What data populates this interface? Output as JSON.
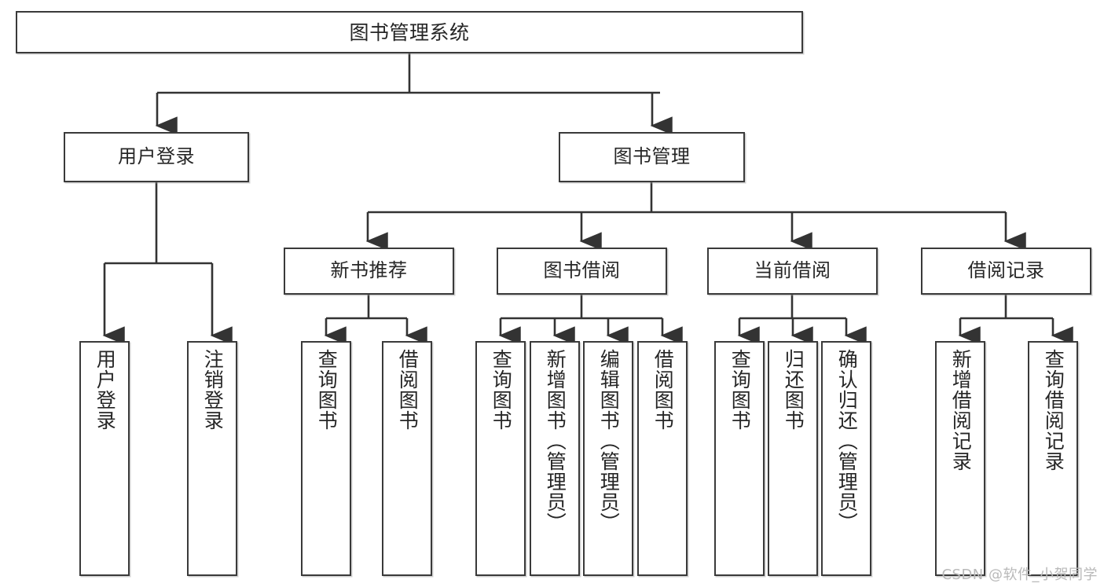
{
  "diagram": {
    "title": "图书管理系统",
    "type": "tree",
    "root": {
      "id": "root",
      "label": "图书管理系统",
      "orientation": "horizontal"
    },
    "level2": [
      {
        "id": "user-login",
        "label": "用户登录",
        "orientation": "horizontal"
      },
      {
        "id": "book-manage",
        "label": "图书管理",
        "orientation": "horizontal"
      }
    ],
    "level3": [
      {
        "id": "new-book-recommend",
        "label": "新书推荐",
        "orientation": "horizontal",
        "parent": "book-manage"
      },
      {
        "id": "book-borrow",
        "label": "图书借阅",
        "orientation": "horizontal",
        "parent": "book-manage"
      },
      {
        "id": "current-borrow",
        "label": "当前借阅",
        "orientation": "horizontal",
        "parent": "book-manage"
      },
      {
        "id": "borrow-record",
        "label": "借阅记录",
        "orientation": "horizontal",
        "parent": "book-manage"
      }
    ],
    "leaves": [
      {
        "id": "leaf-user-login",
        "label": "用户登录",
        "orientation": "vertical",
        "parent": "user-login"
      },
      {
        "id": "leaf-user-logout",
        "label": "注销登录",
        "orientation": "vertical",
        "parent": "user-login"
      },
      {
        "id": "leaf-query-book-1",
        "label": "查询图书",
        "orientation": "vertical",
        "parent": "new-book-recommend"
      },
      {
        "id": "leaf-borrow-book-1",
        "label": "借阅图书",
        "orientation": "vertical",
        "parent": "new-book-recommend"
      },
      {
        "id": "leaf-query-book-2",
        "label": "查询图书",
        "orientation": "vertical",
        "parent": "book-borrow"
      },
      {
        "id": "leaf-add-book",
        "label": "新增图书（管理员）",
        "orientation": "vertical",
        "parent": "book-borrow"
      },
      {
        "id": "leaf-edit-book",
        "label": "编辑图书（管理员）",
        "orientation": "vertical",
        "parent": "book-borrow"
      },
      {
        "id": "leaf-borrow-book-2",
        "label": "借阅图书",
        "orientation": "vertical",
        "parent": "book-borrow"
      },
      {
        "id": "leaf-query-book-3",
        "label": "查询图书",
        "orientation": "vertical",
        "parent": "current-borrow"
      },
      {
        "id": "leaf-return-book",
        "label": "归还图书",
        "orientation": "vertical",
        "parent": "current-borrow"
      },
      {
        "id": "leaf-confirm-return",
        "label": "确认归还（管理员）",
        "orientation": "vertical",
        "parent": "current-borrow"
      },
      {
        "id": "leaf-add-record",
        "label": "新增借阅记录",
        "orientation": "vertical",
        "parent": "borrow-record"
      },
      {
        "id": "leaf-query-record",
        "label": "查询借阅记录",
        "orientation": "vertical",
        "parent": "borrow-record"
      }
    ],
    "colors": {
      "box_border": "#3a3a3a",
      "box_fill": "#ffffff",
      "text": "#262626",
      "edge": "#333333",
      "watermark": "#b9b9b9"
    }
  },
  "watermark": {
    "text": "CSDN @软件_小贺同学"
  }
}
